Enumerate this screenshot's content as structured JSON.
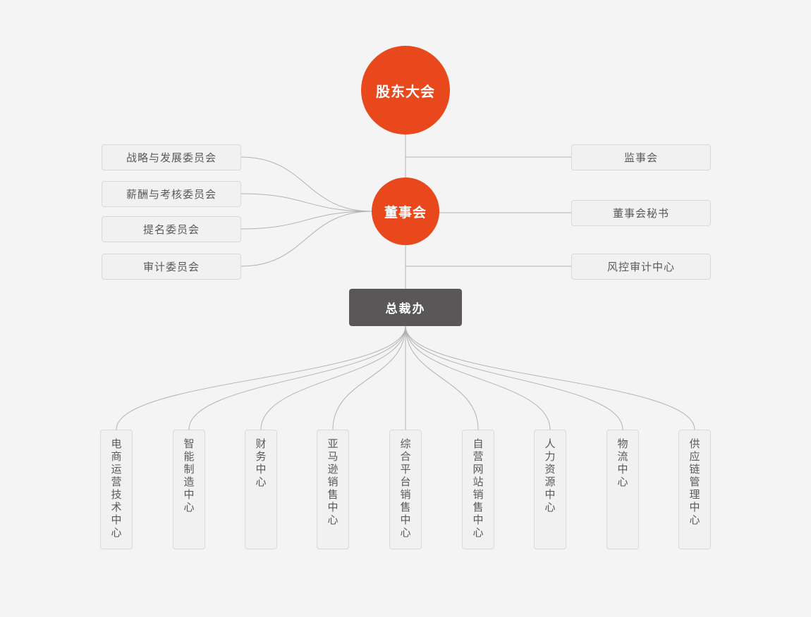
{
  "diagram": {
    "type": "org-chart",
    "root": {
      "label": "股东大会"
    },
    "board": {
      "label": "董事会"
    },
    "office": {
      "label": "总裁办"
    },
    "committees": [
      {
        "label": "战略与发展委员会"
      },
      {
        "label": "薪酬与考核委员会"
      },
      {
        "label": "提名委员会"
      },
      {
        "label": "审计委员会"
      }
    ],
    "right_branches": [
      {
        "label": "监事会"
      },
      {
        "label": "董事会秘书"
      },
      {
        "label": "风控审计中心"
      }
    ],
    "departments": [
      {
        "label": "电商运营技术中心"
      },
      {
        "label": "智能制造中心"
      },
      {
        "label": "财务中心"
      },
      {
        "label": "亚马逊销售中心"
      },
      {
        "label": "综合平台销售中心"
      },
      {
        "label": "自营网站销售中心"
      },
      {
        "label": "人力资源中心"
      },
      {
        "label": "物流中心"
      },
      {
        "label": "供应链管理中心"
      }
    ],
    "colors": {
      "accent": "#E8481C",
      "dark_node": "#595757",
      "node_fill": "#F1F1F1",
      "node_border": "#D9D9D9",
      "connector": "#B3B3B3",
      "background": "#F4F4F4",
      "text": "#595959"
    }
  }
}
